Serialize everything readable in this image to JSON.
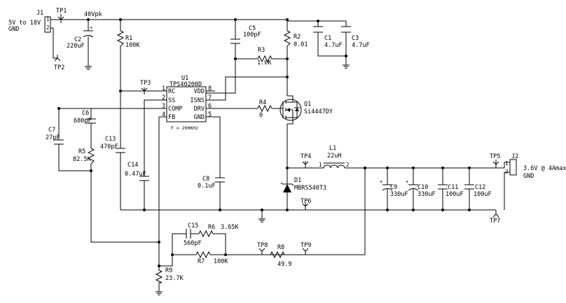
{
  "labels": {
    "input_range": "5V to 18V",
    "input_gnd": "GND",
    "j1": "J1",
    "j1_pin1": "1",
    "j1_pin2": "2",
    "tp1": "TP1",
    "tp2": "TP2",
    "vpk": "40Vpk",
    "c2_ref": "C2",
    "c2_val": "220uF",
    "r1_ref": "R1",
    "r1_val": "100K",
    "c5_ref": "C5",
    "c5_val": "100pF",
    "r2_ref": "R2",
    "r2_val": "0.01",
    "c1_ref": "C1",
    "c1_val": "4.7uF",
    "c3_ref": "C3",
    "c3_val": "4.7uF",
    "r3_ref": "R3",
    "r3_val": "1.0K",
    "u1_ref": "U1",
    "u1_part": "TPS40200D",
    "tp3": "TP3",
    "pin_rc": "RC",
    "pin_ss": "SS",
    "pin_comp": "COMP",
    "pin_fb": "FB",
    "pin_vdd": "VDD",
    "pin_isns": "ISNS",
    "pin_drv": "DRV",
    "pin_gnd": "GND",
    "pin1": "1",
    "pin2": "2",
    "pin3": "3",
    "pin4": "4",
    "pin5": "5",
    "pin6": "6",
    "pin7": "7",
    "pin8": "8",
    "freq": "F = 200KHz",
    "r4_ref": "R4",
    "r4_val": "0",
    "q1_ref": "Q1",
    "q1_part": "Si4447DY",
    "c6_ref": "C6",
    "c6_val": "680pF",
    "c7_ref": "C7",
    "c7_val": "27pF",
    "c13_ref": "C13",
    "c13_val": "470pF",
    "r5_ref": "R5",
    "r5_val": "82.5K",
    "c14_ref": "C14",
    "c14_val": "0.47uF",
    "c8_ref": "C8",
    "c8_val": "0.1uF",
    "tp4": "TP4",
    "l1_ref": "L1",
    "l1_val": "22uH",
    "l1_pin1": "1",
    "l1_pin2": "2",
    "d1_ref": "D1",
    "d1_part": "MBRS540T3",
    "c9_ref": "C9",
    "c9_val": "330uF",
    "c10_ref": "C10",
    "c10_val": "330uF",
    "c11_ref": "C11",
    "c11_val": "100uF",
    "c12_ref": "C12",
    "c12_val": "100uF",
    "tp5": "TP5",
    "j2_ref": "J2",
    "j2_pin1": "1",
    "j2_pin2": "2",
    "output_spec": "3.6V @ 4Amax",
    "output_gnd": "GND",
    "tp6": "TP6",
    "tp7": "TP7",
    "c15_ref": "C15",
    "c15_val": "560pF",
    "r6_ref": "R6",
    "r6_val": "3.65K",
    "r7_ref": "R7",
    "r7_val": "100K",
    "tp8": "TP8",
    "r8_ref": "R8",
    "r8_val": "49.9",
    "tp9": "TP9",
    "r9_ref": "R9",
    "r9_val": "23.7K"
  }
}
